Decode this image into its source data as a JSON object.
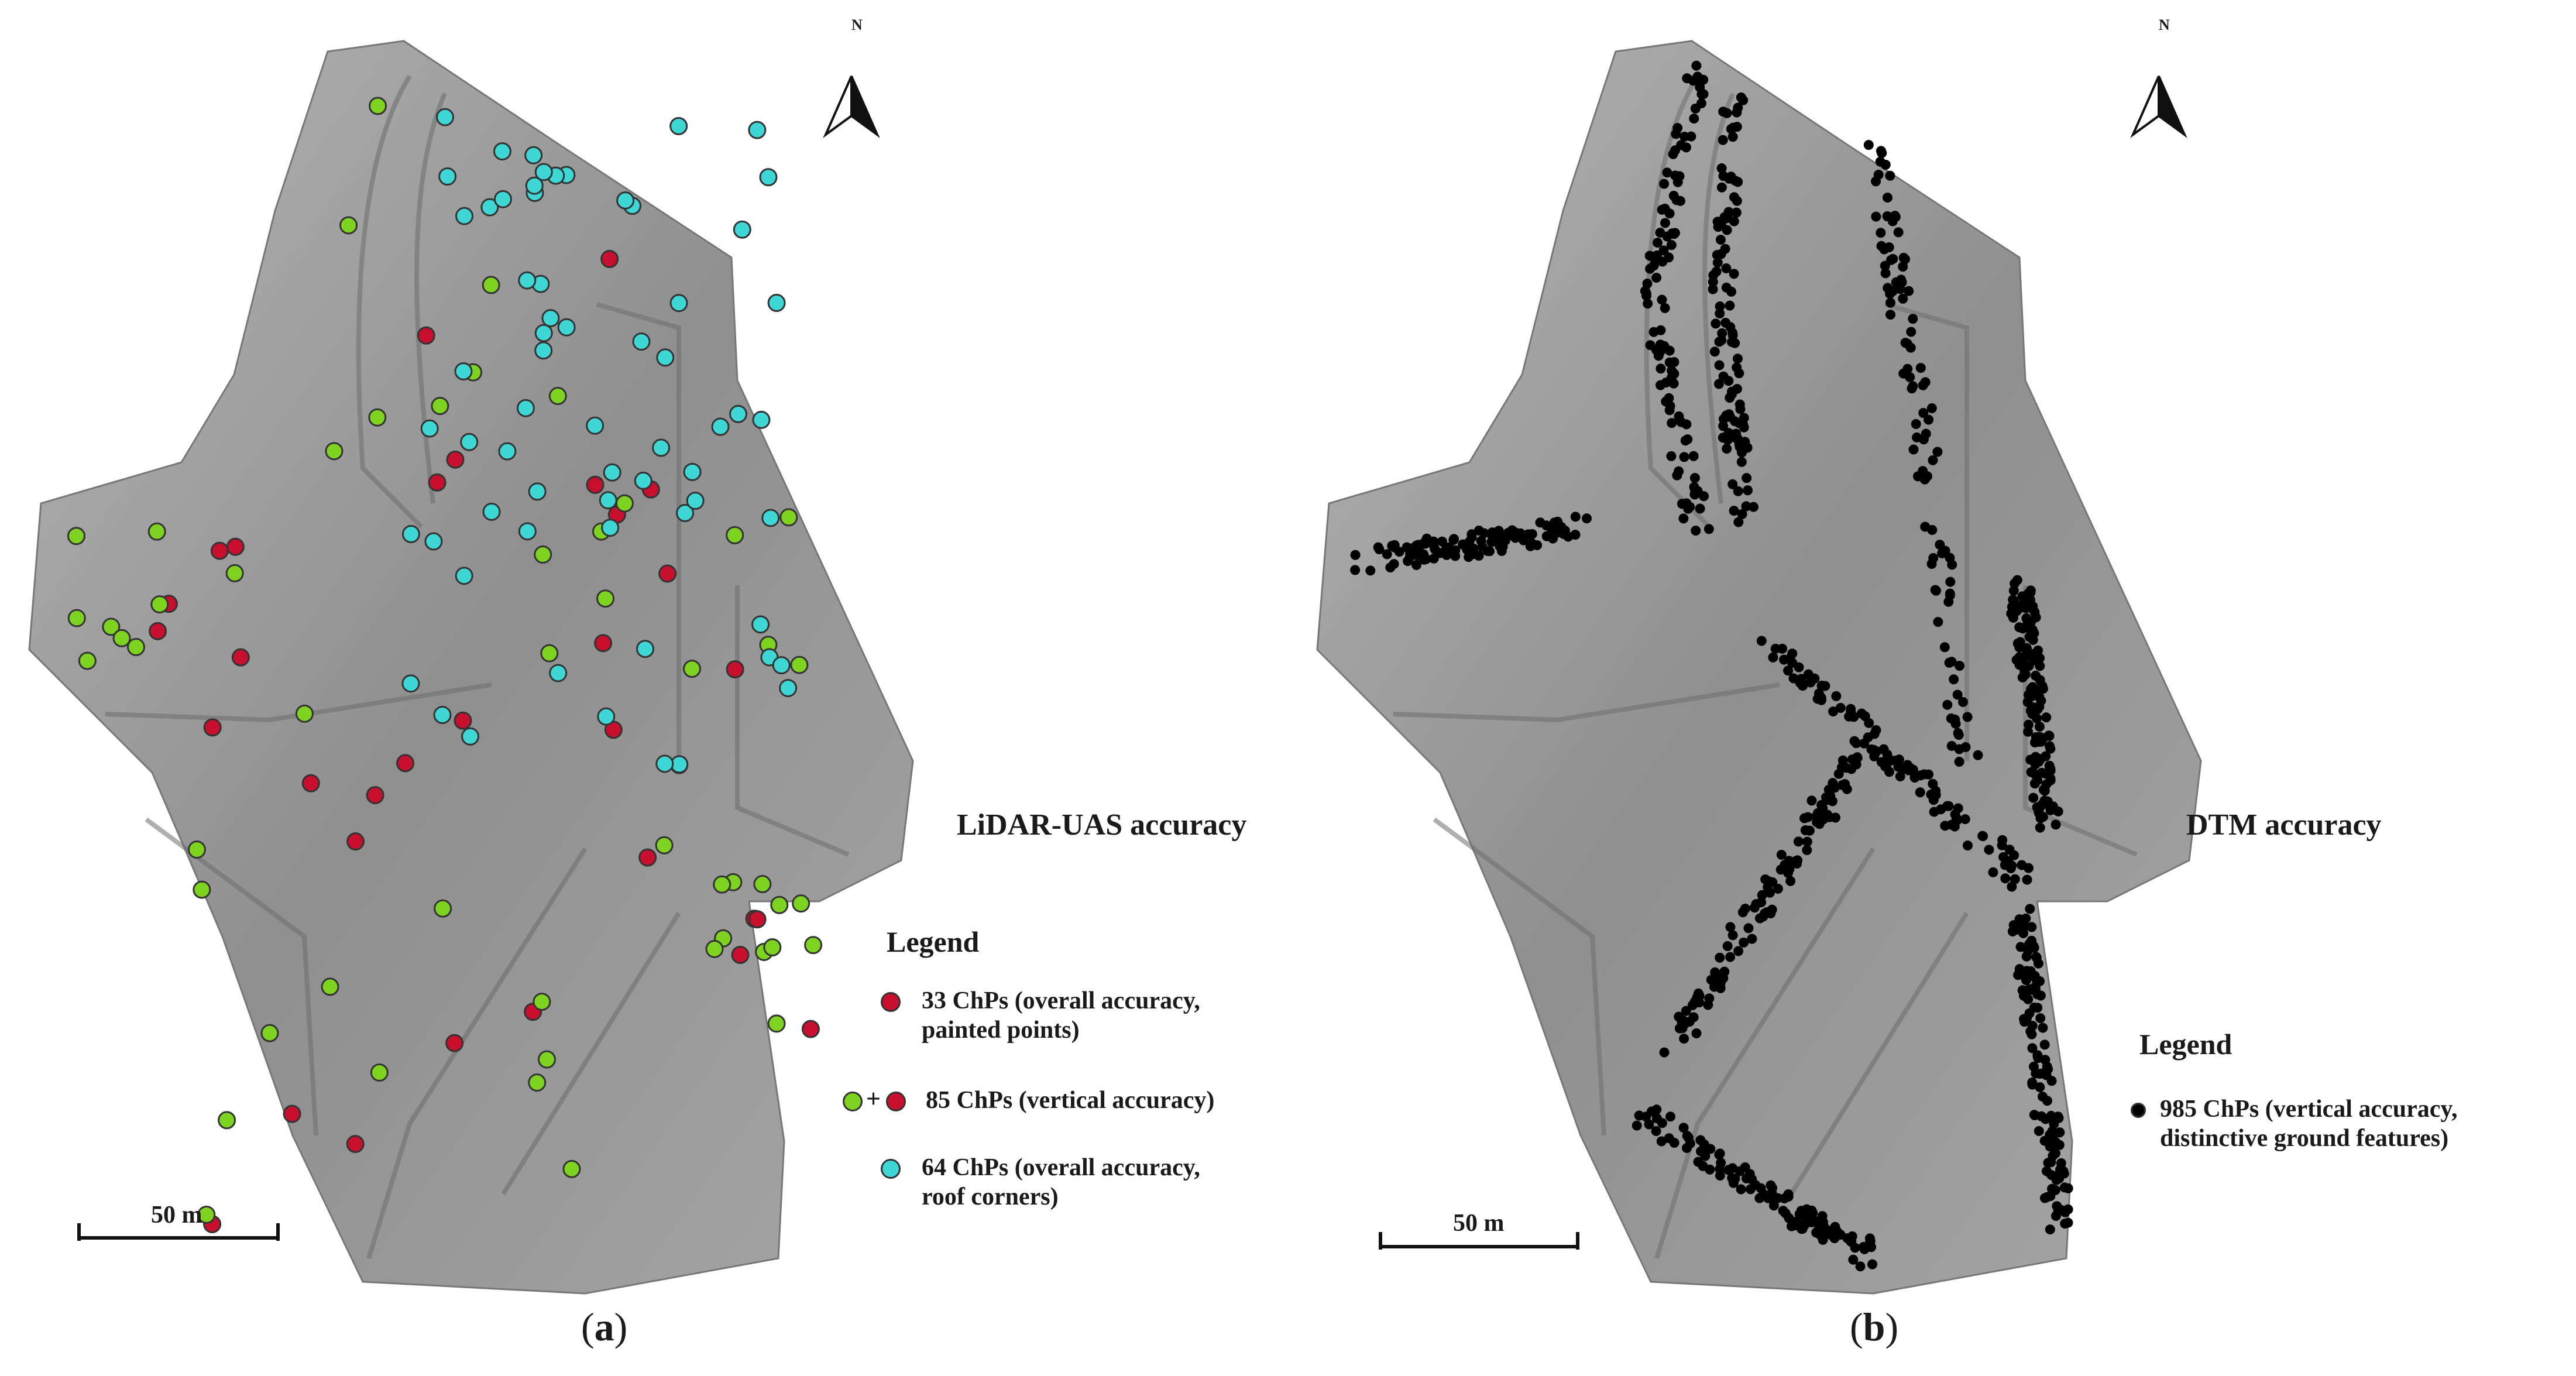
{
  "panels": [
    {
      "id": "a",
      "caption_letter": "a",
      "title": "LiDAR-UAS accuracy",
      "legend_title": "Legend",
      "legend_items": [
        {
          "label_line1": "33 ChPs (overall accuracy,",
          "label_line2": "painted points)",
          "color": "#c8102e"
        },
        {
          "label_line1": "85 ChPs (vertical accuracy)",
          "label_line2": "",
          "color": "#7ed321",
          "color2": "#c8102e",
          "combined": true
        },
        {
          "label_line1": "64 ChPs (overall accuracy,",
          "label_line2": "roof corners)",
          "color": "#3fd6d6"
        }
      ],
      "scale_label": "50 m",
      "north_label": "N"
    },
    {
      "id": "b",
      "caption_letter": "b",
      "title": "DTM accuracy",
      "legend_title": "Legend",
      "legend_items": [
        {
          "label_line1": "985 ChPs (vertical accuracy,",
          "label_line2": "distinctive ground features)",
          "color": "#000000"
        }
      ],
      "scale_label": "50 m",
      "north_label": "N"
    }
  ],
  "colors": {
    "painted_points": "#c8102e",
    "vertical_points": "#7ed321",
    "roof_corners": "#3fd6d6",
    "dtm_points": "#000000",
    "hillshade_base": "#9a9a9a"
  }
}
